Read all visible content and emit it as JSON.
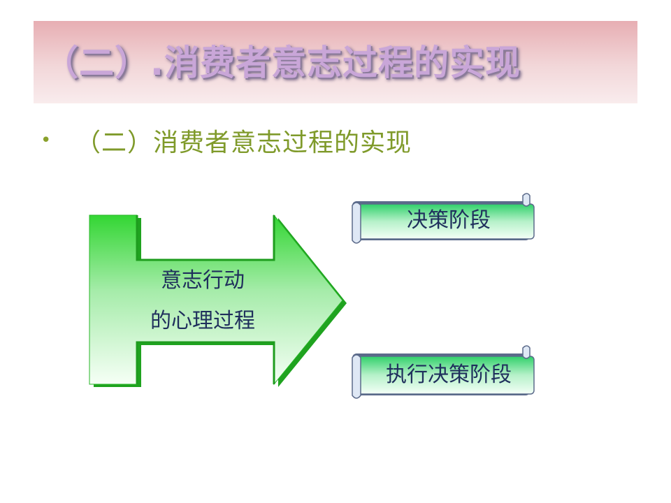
{
  "title": "（二）.消费者意志过程的实现",
  "bullet": "（二）消费者意志过程的实现",
  "arrow": {
    "line1": "意志行动",
    "line2": "的心理过程"
  },
  "stages": [
    {
      "label": "决策阶段"
    },
    {
      "label": "执行决策阶段"
    }
  ],
  "colors": {
    "arrow_green": "#2ecc2e",
    "scroll_border": "#5b6a8a",
    "title_banner": "#e7aeb3"
  }
}
